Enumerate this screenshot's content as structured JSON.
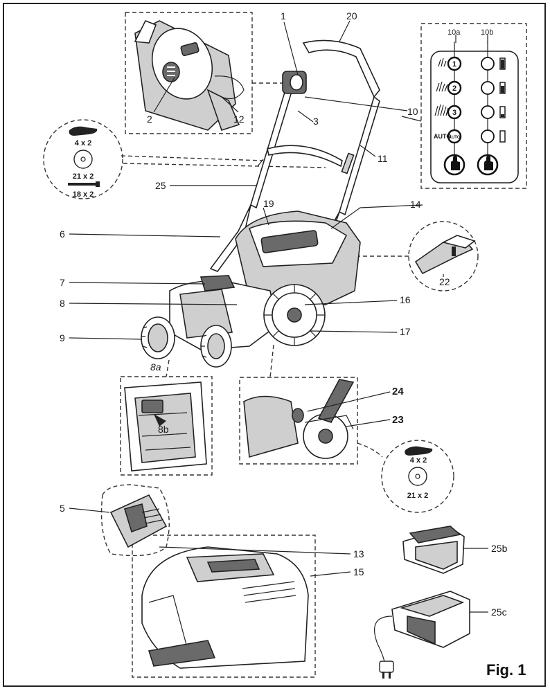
{
  "figure": {
    "title": "Fig. 1"
  },
  "callouts": [
    {
      "id": "c1",
      "text": "1"
    },
    {
      "id": "c20",
      "text": "20"
    },
    {
      "id": "c2",
      "text": "2"
    },
    {
      "id": "c12",
      "text": "12"
    },
    {
      "id": "c3",
      "text": "3"
    },
    {
      "id": "c10",
      "text": "10"
    },
    {
      "id": "c10a",
      "text": "10a"
    },
    {
      "id": "c10b",
      "text": "10b"
    },
    {
      "id": "c11",
      "text": "11"
    },
    {
      "id": "c25",
      "text": "25"
    },
    {
      "id": "c19",
      "text": "19"
    },
    {
      "id": "c14",
      "text": "14"
    },
    {
      "id": "c6",
      "text": "6"
    },
    {
      "id": "c22",
      "text": "22"
    },
    {
      "id": "c7",
      "text": "7"
    },
    {
      "id": "c8",
      "text": "8"
    },
    {
      "id": "c16",
      "text": "16"
    },
    {
      "id": "c9",
      "text": "9"
    },
    {
      "id": "c17",
      "text": "17"
    },
    {
      "id": "c8a",
      "text": "8a"
    },
    {
      "id": "c8b",
      "text": "8b"
    },
    {
      "id": "c24",
      "text": "24"
    },
    {
      "id": "c23",
      "text": "23"
    },
    {
      "id": "c5",
      "text": "5"
    },
    {
      "id": "c13",
      "text": "13"
    },
    {
      "id": "c15",
      "text": "15"
    },
    {
      "id": "c25b",
      "text": "25b"
    },
    {
      "id": "c25c",
      "text": "25c"
    }
  ],
  "hardware_kit_top": {
    "knob_qty": "4 x 2",
    "washer_qty": "21 x 2",
    "bolt_qty": "18 x 2"
  },
  "hardware_kit_bottom": {
    "knob_qty": "4 x 2",
    "washer_qty": "21 x 2"
  },
  "control_panel": {
    "modes": [
      "1",
      "2",
      "3",
      "AUTO"
    ],
    "auto_label": "AUTO",
    "auto_button_text": "AUTO"
  }
}
